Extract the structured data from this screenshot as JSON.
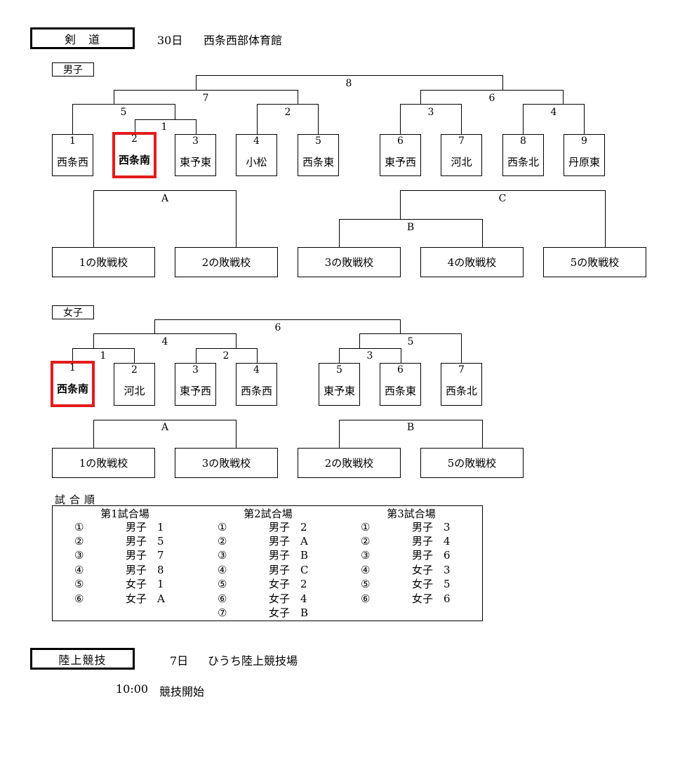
{
  "kendo": {
    "title": "剣　道",
    "day": "30日",
    "venue": "西条西部体育館",
    "boys": {
      "label": "男子",
      "teams": [
        {
          "num": "1",
          "name": "西条西"
        },
        {
          "num": "2",
          "name": "西条南"
        },
        {
          "num": "3",
          "name": "東予東"
        },
        {
          "num": "4",
          "name": "小松"
        },
        {
          "num": "5",
          "name": "西条東"
        },
        {
          "num": "6",
          "name": "東予西"
        },
        {
          "num": "7",
          "name": "河北"
        },
        {
          "num": "8",
          "name": "西条北"
        },
        {
          "num": "9",
          "name": "丹原東"
        }
      ],
      "match_labels": [
        "1",
        "2",
        "3",
        "4",
        "5",
        "6",
        "7",
        "8"
      ],
      "consolation_labels": [
        "A",
        "B",
        "C"
      ],
      "losers": [
        "1の敗戦校",
        "2の敗戦校",
        "3の敗戦校",
        "4の敗戦校",
        "5の敗戦校"
      ]
    },
    "girls": {
      "label": "女子",
      "teams": [
        {
          "num": "1",
          "name": "西条南"
        },
        {
          "num": "2",
          "name": "河北"
        },
        {
          "num": "3",
          "name": "東予西"
        },
        {
          "num": "4",
          "name": "西条西"
        },
        {
          "num": "5",
          "name": "東予東"
        },
        {
          "num": "6",
          "name": "西条東"
        },
        {
          "num": "7",
          "name": "西条北"
        }
      ],
      "match_labels": [
        "1",
        "2",
        "3",
        "4",
        "5",
        "6"
      ],
      "consolation_labels": [
        "A",
        "B"
      ],
      "losers": [
        "1の敗戦校",
        "3の敗戦校",
        "2の敗戦校",
        "5の敗戦校"
      ]
    },
    "schedule": {
      "title": "試合順",
      "venues": [
        {
          "name": "第1試合場",
          "matches": [
            {
              "mark": "①",
              "match": "男子　1"
            },
            {
              "mark": "②",
              "match": "男子　5"
            },
            {
              "mark": "③",
              "match": "男子　7"
            },
            {
              "mark": "④",
              "match": "男子　8"
            },
            {
              "mark": "⑤",
              "match": "女子　1"
            },
            {
              "mark": "⑥",
              "match": "女子　A"
            }
          ]
        },
        {
          "name": "第2試合場",
          "matches": [
            {
              "mark": "①",
              "match": "男子　2"
            },
            {
              "mark": "②",
              "match": "男子　A"
            },
            {
              "mark": "③",
              "match": "男子　B"
            },
            {
              "mark": "④",
              "match": "男子　C"
            },
            {
              "mark": "⑤",
              "match": "女子　2"
            },
            {
              "mark": "⑥",
              "match": "女子　4"
            },
            {
              "mark": "⑦",
              "match": "女子　B"
            }
          ]
        },
        {
          "name": "第3試合場",
          "matches": [
            {
              "mark": "①",
              "match": "男子　3"
            },
            {
              "mark": "②",
              "match": "男子　4"
            },
            {
              "mark": "③",
              "match": "男子　6"
            },
            {
              "mark": "④",
              "match": "女子　3"
            },
            {
              "mark": "⑤",
              "match": "女子　5"
            },
            {
              "mark": "⑥",
              "match": "女子　6"
            }
          ]
        }
      ]
    }
  },
  "athletics": {
    "title": "陸上競技",
    "day": "7日",
    "venue": "ひうち陸上競技場",
    "start_time": "10:00",
    "start_text": "競技開始"
  },
  "colors": {
    "highlight": "#e31b1b"
  }
}
